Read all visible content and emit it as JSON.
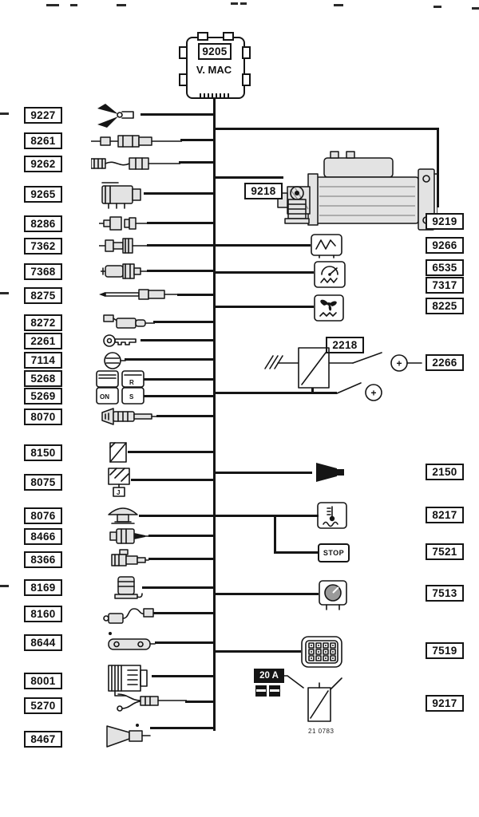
{
  "diagram": {
    "module": {
      "code": "9205",
      "name": "V. MAC"
    },
    "plus_symbol": "+",
    "fuse_label": "20 A",
    "footnote": "21 0783",
    "left_rows": [
      {
        "code": "9227",
        "icon": "alligator-clip"
      },
      {
        "code": "8261",
        "icon": "inline-connector-cable"
      },
      {
        "code": "9262",
        "icon": "sensor-with-pigtail-connector"
      },
      {
        "code": "9265",
        "icon": "relay-unit"
      },
      {
        "code": "8286",
        "icon": "spark-plug-sensor"
      },
      {
        "code": "7362",
        "icon": "threaded-sensor"
      },
      {
        "code": "7368",
        "icon": "pressure-switch"
      },
      {
        "code": "8275",
        "icon": "temperature-probe"
      },
      {
        "code": "8272",
        "icon": "sensor-with-elbow-connector"
      },
      {
        "code": "2261",
        "icon": "ignition-key"
      },
      {
        "code": "7114",
        "icon": "round-sender"
      },
      {
        "code": "5268",
        "icon": "rocker-switch-pair",
        "label": "R"
      },
      {
        "code": "5269",
        "icon": "rocker-switch-pair",
        "label_left": "ON",
        "label_right": "S"
      },
      {
        "code": "8070",
        "icon": "diagnostic-connector"
      },
      {
        "code": "8150",
        "icon": "blank-plate"
      },
      {
        "code": "8075",
        "icon": "relay-module",
        "label": "J"
      },
      {
        "code": "8076",
        "icon": "push-button"
      },
      {
        "code": "8466",
        "icon": "injector-sensor"
      },
      {
        "code": "8366",
        "icon": "pressure-sensor"
      },
      {
        "code": "8169",
        "icon": "canister-sensor"
      },
      {
        "code": "8160",
        "icon": "plug-with-cable"
      },
      {
        "code": "8644",
        "icon": "mounting-bracket"
      },
      {
        "code": "8001",
        "icon": "control-unit"
      },
      {
        "code": "5270",
        "icon": "branch-connector"
      },
      {
        "code": "8467",
        "icon": "horn"
      }
    ],
    "right_rows": [
      {
        "code": "9218",
        "icon": "starter-terminal"
      },
      {
        "code": "9219",
        "icon": "starter-motor"
      },
      {
        "code": "9266",
        "icon": "signal-gauge"
      },
      {
        "code": "6535",
        "icon": "fuel-gauge"
      },
      {
        "code": "7317",
        "icon": "fuel-gauge"
      },
      {
        "code": "8225",
        "icon": "heater-fan"
      },
      {
        "code": "2218",
        "icon": "relay"
      },
      {
        "code": "2266",
        "icon": "battery-positive"
      },
      {
        "code": "2150",
        "icon": "horn-cone"
      },
      {
        "code": "8217",
        "icon": "coolant-temperature-indicator"
      },
      {
        "code": "7521",
        "icon": "stop-warning-lamp",
        "label": "STOP"
      },
      {
        "code": "7513",
        "icon": "gauge-dial"
      },
      {
        "code": "7519",
        "icon": "multi-pin-connector"
      },
      {
        "code": "9217",
        "icon": "relay-with-switch"
      }
    ]
  }
}
